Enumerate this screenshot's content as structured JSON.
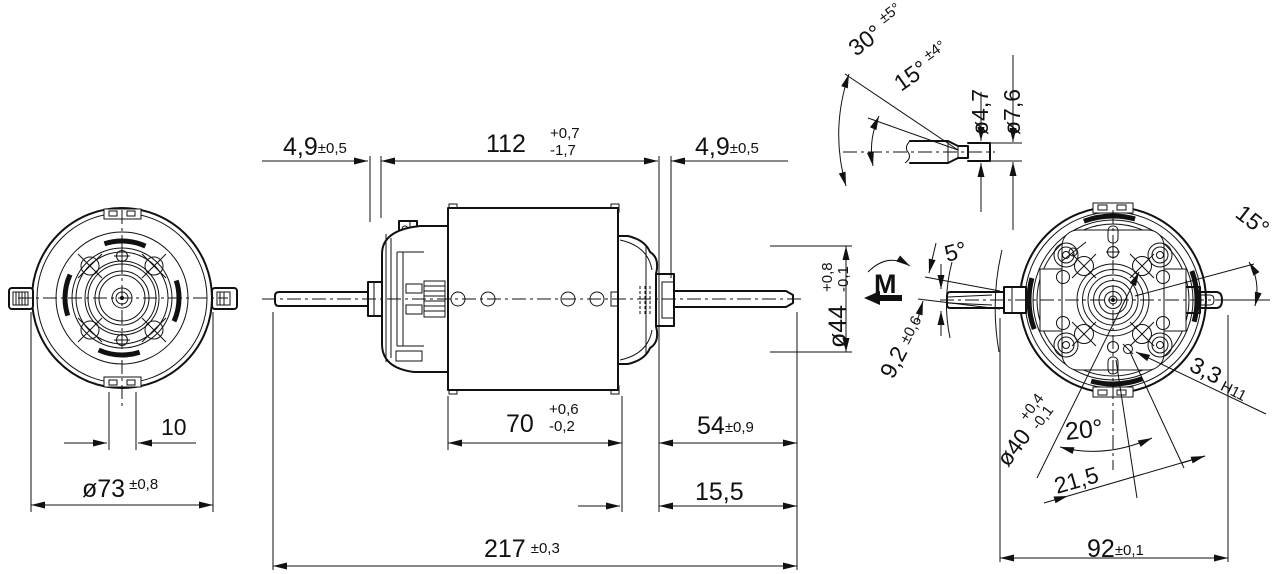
{
  "drawing": {
    "bg": "#ffffff",
    "ink": "#111111",
    "views": {
      "left_end_view": "left end view",
      "side_view": "side view",
      "right_end_view": "right end view",
      "shaft_detail": "shaft end detail"
    },
    "dims": {
      "left_gap": {
        "v": "4,9",
        "t": "±0,5"
      },
      "body112": {
        "v": "112",
        "tp": "+0,7",
        "tm": "-1,7"
      },
      "right_gap": {
        "v": "4,9",
        "t": "±0,5"
      },
      "ang30": {
        "v": "30°",
        "t": "±5°"
      },
      "ang15d": {
        "v": "15°",
        "t": "±4°"
      },
      "d47": {
        "v": "ø4,7"
      },
      "d76": {
        "v": "ø7,6"
      },
      "d44": {
        "v": "ø44",
        "tp": "+0,8",
        "tm": "-0,1"
      },
      "rot_mark": {
        "v": "M"
      },
      "ang15r": {
        "v": "15°"
      },
      "ang5": {
        "v": "5°"
      },
      "flat92": {
        "v": "9,2",
        "t": "±0,6"
      },
      "key33": {
        "v": "3,3",
        "t": "H11"
      },
      "d40": {
        "v": "ø40",
        "tp": "+0,4",
        "tm": "-0,1"
      },
      "ang20": {
        "v": "20°"
      },
      "arc215": {
        "v": "21,5"
      },
      "tab10": {
        "v": "10"
      },
      "d73": {
        "v": "ø73",
        "t": "±0,8"
      },
      "pole70": {
        "v": "70",
        "tp": "+0,6",
        "tm": "-0,2"
      },
      "shaft54": {
        "v": "54",
        "t": "±0,9"
      },
      "shield155": {
        "v": "15,5"
      },
      "total217": {
        "v": "217",
        "t": "±0,3"
      },
      "mount92": {
        "v": "92",
        "t": "±0,1"
      }
    }
  }
}
